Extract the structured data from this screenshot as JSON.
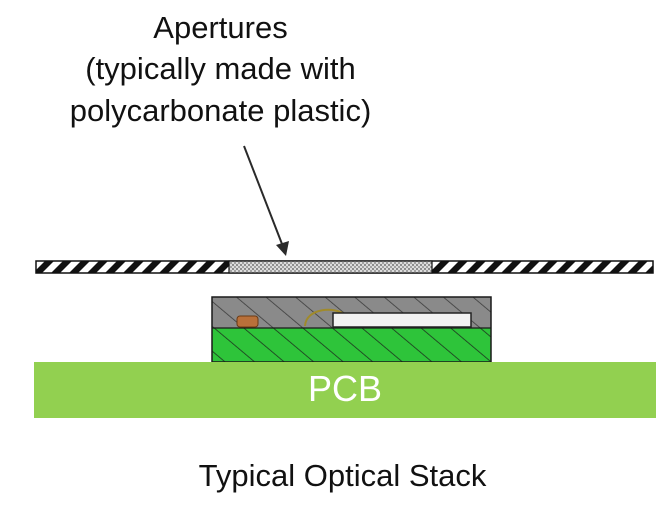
{
  "callout": {
    "line1": "Apertures",
    "line2": "(typically made with",
    "line3": "polycarbonate plastic)"
  },
  "pcb": {
    "label": "PCB"
  },
  "caption": "Typical Optical Stack",
  "colors": {
    "pcb_fill": "#92d050",
    "substrate_fill": "#2ec43a",
    "mold_fill": "#8a8a8a",
    "aperture_window_fill": "#b9b9b9",
    "component_fill": "#b8703a",
    "wire_color": "#a08a2a",
    "text": "#111111",
    "label_text": "#ffffff"
  }
}
